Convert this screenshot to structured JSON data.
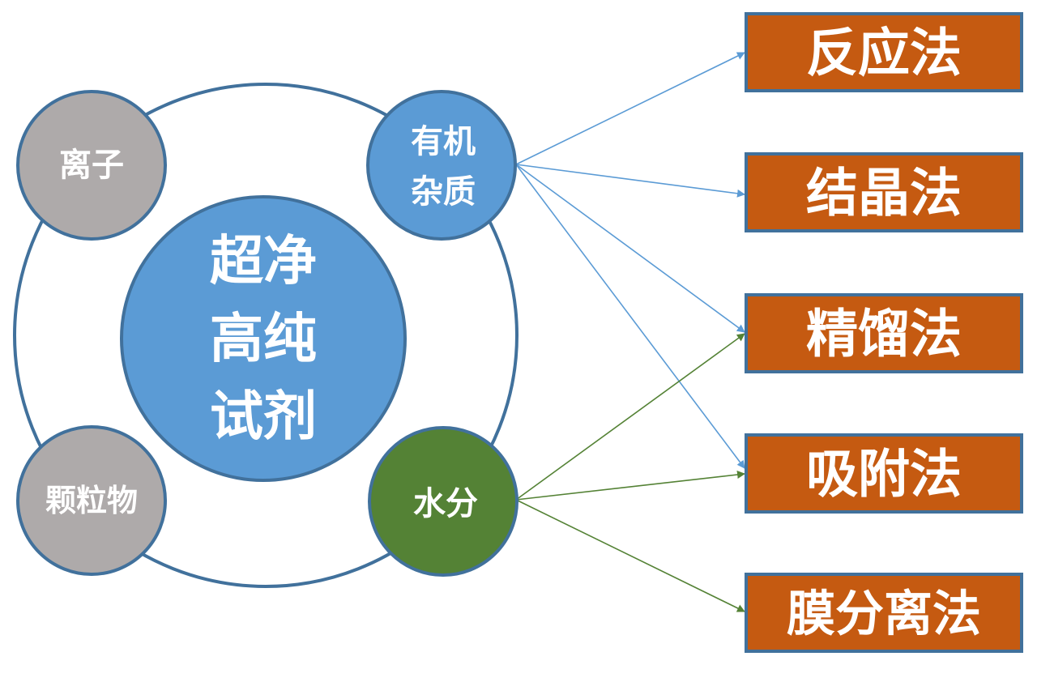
{
  "center": {
    "lines": [
      "超净",
      "高纯",
      "试剂"
    ]
  },
  "impurities": {
    "ions": {
      "lines": [
        "离子"
      ]
    },
    "organic": {
      "lines": [
        "有机",
        "杂质"
      ]
    },
    "particles": {
      "lines": [
        "颗粒物"
      ]
    },
    "water": {
      "lines": [
        "水分"
      ]
    }
  },
  "methods": [
    {
      "label": "反应法"
    },
    {
      "label": "结晶法"
    },
    {
      "label": "精馏法"
    },
    {
      "label": "吸附法"
    },
    {
      "label": "膜分离法"
    }
  ],
  "connections": [
    {
      "from": "organic",
      "to": 0
    },
    {
      "from": "organic",
      "to": 1
    },
    {
      "from": "organic",
      "to": 2
    },
    {
      "from": "organic",
      "to": 3
    },
    {
      "from": "water",
      "to": 2
    },
    {
      "from": "water",
      "to": 3
    },
    {
      "from": "water",
      "to": 4
    }
  ],
  "colors": {
    "blue": "#5b9bd5",
    "green": "#548235",
    "gray": "#aeaaaa",
    "orange": "#c55a11",
    "outline": "#41719c"
  }
}
